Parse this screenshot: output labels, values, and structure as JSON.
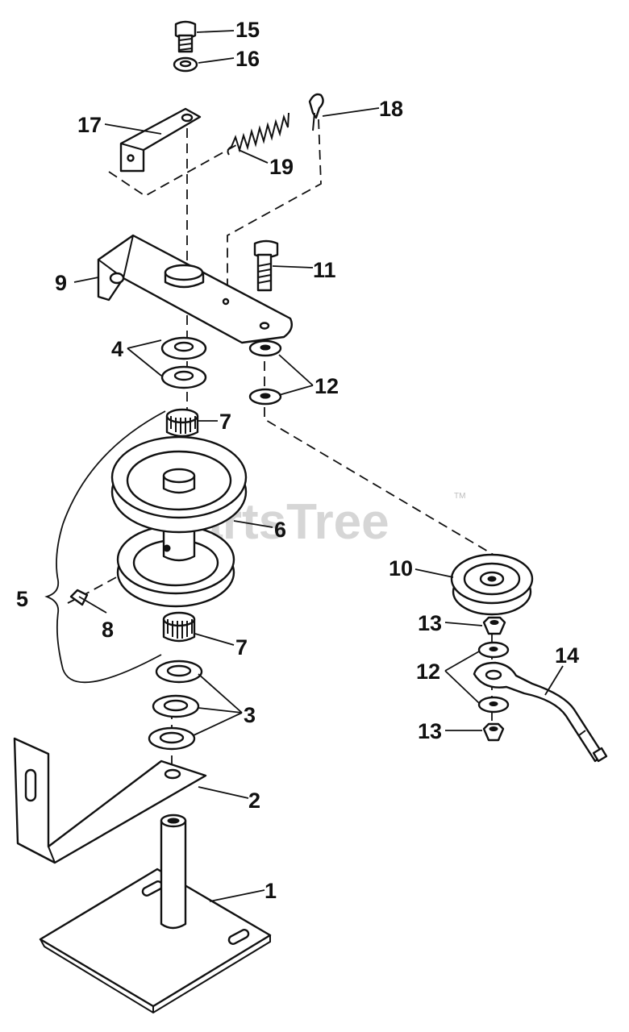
{
  "watermark": {
    "text": "PartsTree",
    "trademark": "TM"
  },
  "callouts": {
    "c1": "1",
    "c2": "2",
    "c3": "3",
    "c4": "4",
    "c5": "5",
    "c6": "6",
    "c7a": "7",
    "c7b": "7",
    "c8": "8",
    "c9": "9",
    "c10": "10",
    "c11": "11",
    "c12a": "12",
    "c12b": "12",
    "c13a": "13",
    "c13b": "13",
    "c14": "14",
    "c15": "15",
    "c16": "16",
    "c17": "17",
    "c18": "18",
    "c19": "19"
  }
}
